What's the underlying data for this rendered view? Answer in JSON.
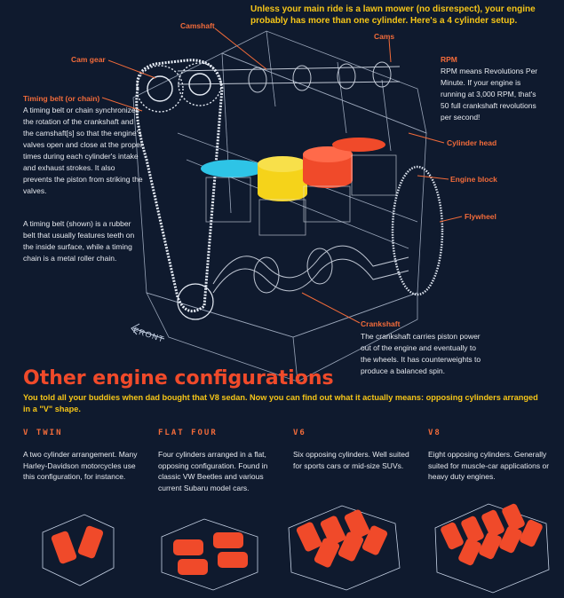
{
  "intro": "Unless your main ride is a lawn mower (no disrespect), your engine probably has more than one cylinder. Here's a 4 cylinder setup.",
  "labels": {
    "camshaft": "Camshaft",
    "cams": "Cams",
    "cam_gear": "Cam gear",
    "timing_belt": "Timing belt (or chain)",
    "cylinder_head": "Cylinder head",
    "engine_block": "Engine block",
    "flywheel": "Flywheel",
    "crankshaft": "Crankshaft",
    "front": "FRONT"
  },
  "timing_belt_text": "A timing belt or chain synchronizes the rotation of the crankshaft and the camshaft[s] so that the engine's valves open and close at the proper times during each cylinder's intake and exhaust strokes. It also prevents the piston from striking the valves.",
  "timing_belt_text2": "A timing belt (shown) is a rubber belt that usually features teeth on the inside surface, while a timing chain is a metal roller chain.",
  "rpm": {
    "title": "RPM",
    "text": "RPM means Revolutions Per Minute. If your engine is running at 3,000 RPM, that's 50 full crankshaft revolutions per second!"
  },
  "crankshaft_text": "The crankshaft carries piston power out of the engine and eventually to the wheels. It has counterweights to produce a balanced spin.",
  "section_title": "Other engine configurations",
  "section_sub": "You told all your buddies when dad bought that V8 sedan. Now you can find out what it actually means: opposing cylinders arranged in a \"V\" shape.",
  "configs": [
    {
      "name": "V TWIN",
      "desc": "A two cylinder arrangement. Many Harley-Davidson motorcycles use this configuration, for instance."
    },
    {
      "name": "FLAT FOUR",
      "desc": "Four cylinders arranged in a flat, opposing configuration. Found in classic VW Beetles and various current Subaru model cars."
    },
    {
      "name": "V6",
      "desc": "Six opposing cylinders. Well suited for sports cars or mid-size SUVs."
    },
    {
      "name": "V8",
      "desc": "Eight opposing cylinders. Generally suited for muscle-car applications or heavy duty engines."
    }
  ],
  "colors": {
    "background": "#0f1a2e",
    "accent_orange": "#f26b3a",
    "accent_yellow": "#f5c518",
    "title_red": "#f04a2a",
    "cylinder_cyan": "#2ec4e6",
    "cylinder_yellow": "#f5d31a",
    "cylinder_red": "#f04a2a"
  }
}
